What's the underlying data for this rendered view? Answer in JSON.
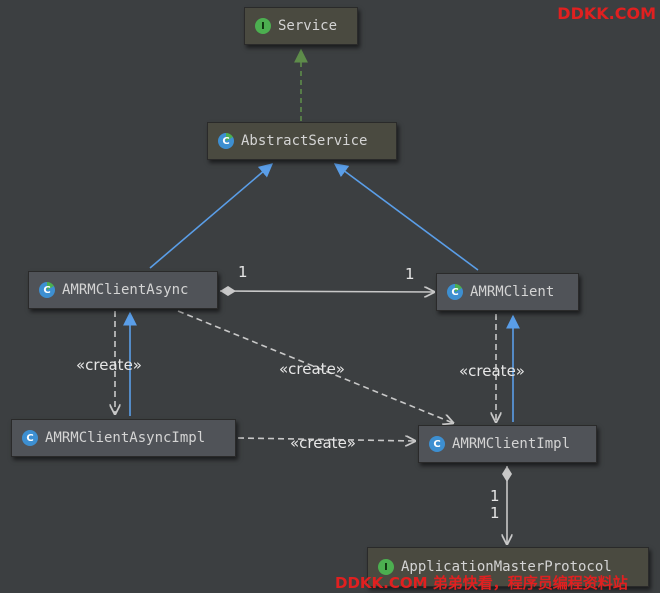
{
  "watermark": {
    "top": "DDKK.COM",
    "bottom": "DDKK.COM 弟弟快看，程序员编程资料站"
  },
  "nodes": {
    "service": {
      "name": "Service",
      "kind": "interface",
      "badge": "I"
    },
    "abstract_service": {
      "name": "AbstractService",
      "kind": "abstract-class",
      "badge": "C"
    },
    "amrm_client_async": {
      "name": "AMRMClientAsync",
      "kind": "abstract-class",
      "badge": "C"
    },
    "amrm_client": {
      "name": "AMRMClient",
      "kind": "abstract-class",
      "badge": "C"
    },
    "amrm_client_async_impl": {
      "name": "AMRMClientAsyncImpl",
      "kind": "class",
      "badge": "C"
    },
    "amrm_client_impl": {
      "name": "AMRMClientImpl",
      "kind": "class",
      "badge": "C"
    },
    "application_master_protocol": {
      "name": "ApplicationMasterProtocol",
      "kind": "interface",
      "badge": "I"
    }
  },
  "edges": {
    "implements_service": {
      "from": "AbstractService",
      "to": "Service",
      "type": "realization"
    },
    "async_extends_abstract": {
      "from": "AMRMClientAsync",
      "to": "AbstractService",
      "type": "generalization"
    },
    "client_extends_abstract": {
      "from": "AMRMClient",
      "to": "AbstractService",
      "type": "generalization"
    },
    "async_has_client": {
      "from": "AMRMClientAsync",
      "to": "AMRMClient",
      "type": "aggregation",
      "mult_from": "1",
      "mult_to": "1"
    },
    "async_creates_async_impl": {
      "from": "AMRMClientAsync",
      "to": "AMRMClientAsyncImpl",
      "type": "dependency",
      "label": "«create»"
    },
    "async_creates_client_impl": {
      "from": "AMRMClientAsync",
      "to": "AMRMClientImpl",
      "type": "dependency",
      "label": "«create»"
    },
    "client_creates_client_impl": {
      "from": "AMRMClient",
      "to": "AMRMClientImpl",
      "type": "dependency",
      "label": "«create»"
    },
    "async_impl_creates_client_impl": {
      "from": "AMRMClientAsyncImpl",
      "to": "AMRMClientImpl",
      "type": "dependency",
      "label": "«create»"
    },
    "async_impl_extends_async": {
      "from": "AMRMClientAsyncImpl",
      "to": "AMRMClientAsync",
      "type": "generalization"
    },
    "client_impl_extends_client": {
      "from": "AMRMClientImpl",
      "to": "AMRMClient",
      "type": "generalization"
    },
    "client_impl_has_protocol": {
      "from": "AMRMClientImpl",
      "to": "ApplicationMasterProtocol",
      "type": "aggregation",
      "mult_from": "1",
      "mult_to": "1"
    }
  },
  "colors": {
    "background": "#3c3f41",
    "generalization": "#5a9ee8",
    "realization": "#5e8c4a",
    "dependency": "#c8c8c8",
    "association": "#c8c8c8",
    "watermark": "#e02020"
  }
}
